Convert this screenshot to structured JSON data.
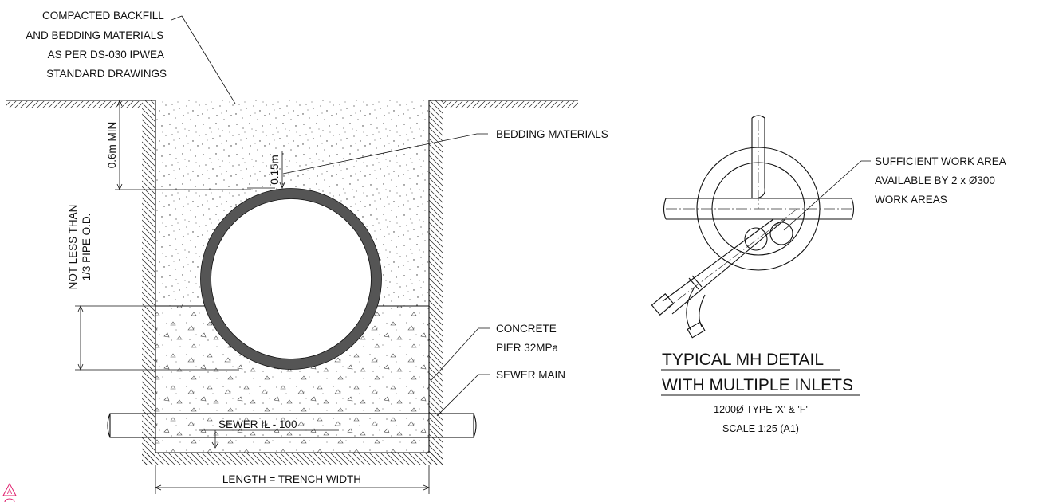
{
  "labels": {
    "backfill": [
      "COMPACTED BACKFILL",
      "AND BEDDING MATERIALS",
      "AS PER DS-030 IPWEA",
      "STANDARD DRAWINGS"
    ],
    "bedding": "BEDDING MATERIALS",
    "cover_min": "0.6m MIN",
    "clearance": "0.15m",
    "od_rule": [
      "NOT LESS THAN",
      "1/3 PIPE O.D."
    ],
    "pier": [
      "CONCRETE",
      "PIER 32MPa"
    ],
    "sewer_main": "SEWER MAIN",
    "sewer_il": "SEWER IL - 100",
    "trench": "LENGTH = TRENCH WIDTH",
    "work_area": [
      "SUFFICIENT WORK AREA",
      "AVAILABLE  BY 2 x Ø300",
      "WORK AREAS"
    ],
    "revision": "A"
  },
  "detail": {
    "title_line1": "TYPICAL MH DETAIL",
    "title_line2": "WITH MULTIPLE INLETS",
    "sub1": "1200Ø TYPE 'X' & 'F'",
    "sub2": "SCALE 1:25 (A1)"
  },
  "colors": {
    "line": "#111111",
    "pipe_wall": "#555555",
    "revision": "#e0206e"
  }
}
